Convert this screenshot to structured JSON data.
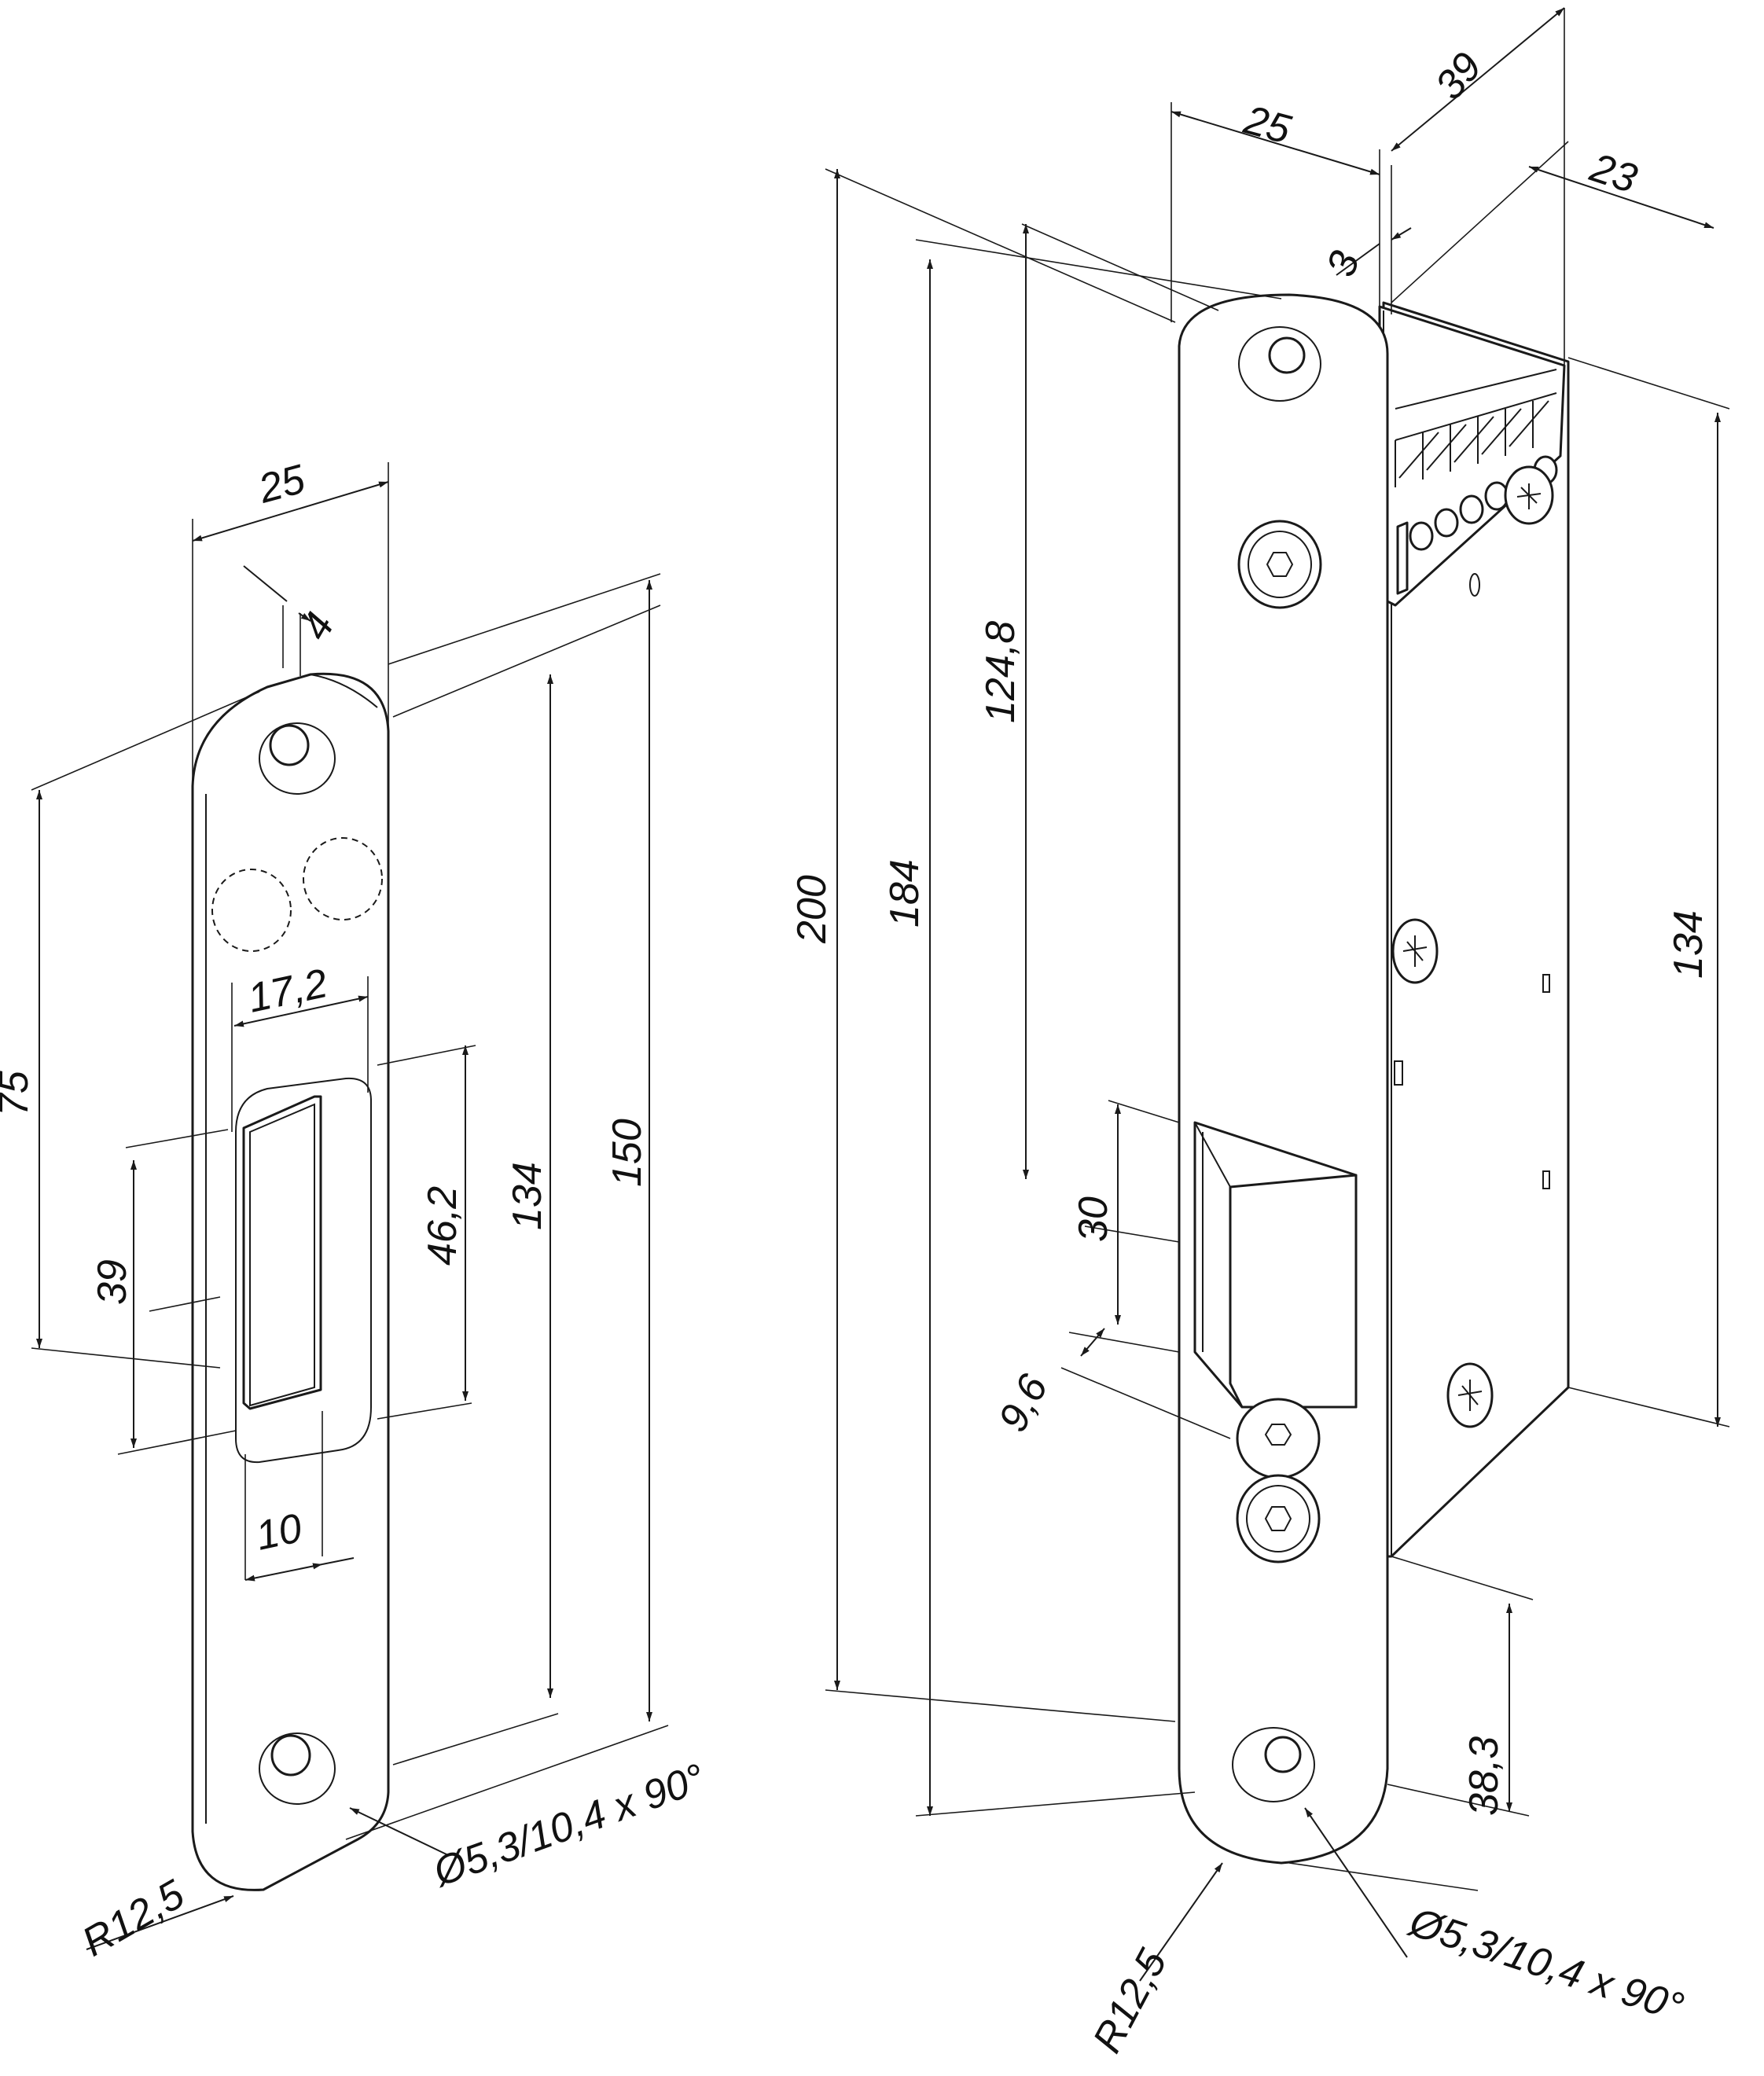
{
  "strike_plate": {
    "dims": {
      "width_25": "25",
      "lip_4": "4",
      "offset_75": "75",
      "slot_width_17_2": "17,2",
      "slot_height_39": "39",
      "slot_height_46_2": "46,2",
      "hole_spacing_134": "134",
      "height_150": "150",
      "slot_width_10": "10",
      "radius": "R12,5",
      "hole": "Ø5,3/10,4 x 90°"
    }
  },
  "lock_body": {
    "dims": {
      "width_25": "25",
      "depth_39": "39",
      "body_depth_23": "23",
      "offset_3": "3",
      "height_200": "200",
      "length_184": "184",
      "latch_pos_124_8": "124,8",
      "body_height_134": "134",
      "latch_height_30": "30",
      "latch_throw_9_6": "9,6",
      "bottom_38_3": "38,3",
      "radius": "R12,5",
      "hole": "Ø5,3/10,4 x 90°"
    }
  }
}
